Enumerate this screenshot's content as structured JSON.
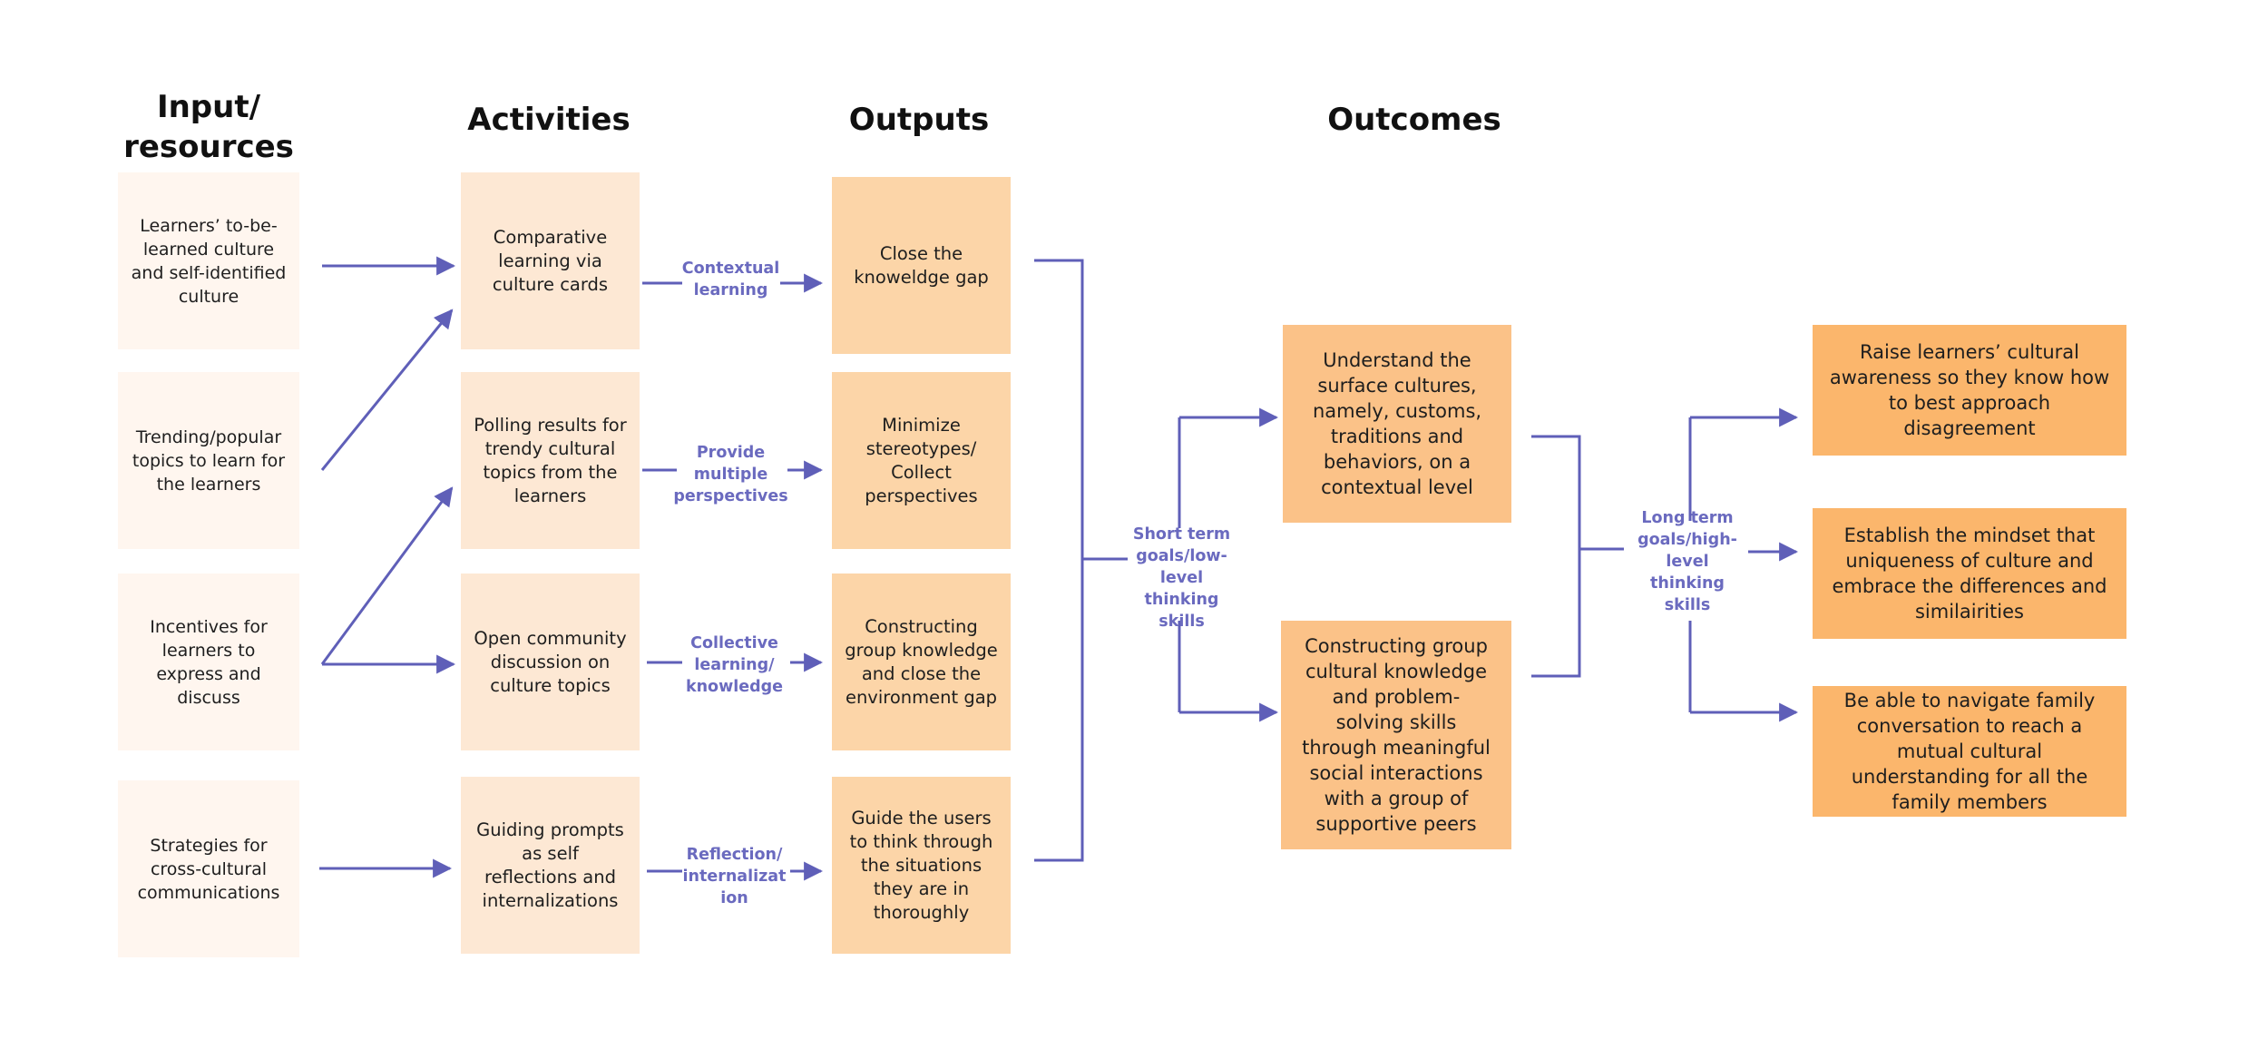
{
  "headers": {
    "inputs": "Input/ resources",
    "activities": "Activities",
    "outputs": "Outputs",
    "outcomes": "Outcomes"
  },
  "inputs": [
    "Learners’ to-be-learned culture and self-identified culture",
    "Trending/popular topics to learn for the learners",
    "Incentives for learners to express and discuss",
    "Strategies for cross-cultural communications"
  ],
  "activities": [
    "Comparative learning via culture cards",
    "Polling results for trendy cultural topics from the learners",
    "Open community discussion on culture topics",
    "Guiding prompts as self reflections and internalizations"
  ],
  "activity_output_labels": [
    "Contextual learning",
    "Provide multiple perspectives",
    "Collective learning/ knowledge",
    "Reflection/ internalizat ion"
  ],
  "outputs": [
    "Close the knoweldge gap",
    "Minimize stereotypes/ Collect perspectives",
    "Constructing group knowledge and close the environment gap",
    "Guide the users to think through the situations they are in thoroughly"
  ],
  "short_term_label": "Short term goals/low-level thinking skills",
  "short_term_outcomes": [
    "Understand the surface cultures, namely, customs, traditions and behaviors, on a contextual level",
    "Constructing group cultural knowledge and problem-solving skills through meaningful social interactions with a group of supportive peers"
  ],
  "long_term_label": "Long term goals/high-level thinking skills",
  "long_term_outcomes": [
    "Raise learners’ cultural awareness so they know how to best approach disagreement",
    "Establish the mindset that uniqueness of culture and embrace the differences and similairities",
    "Be able to navigate family conversation to reach a mutual cultural understanding for all the family members"
  ],
  "colors": {
    "arrow": "#5f5fb8",
    "input_box": "#fff6ef",
    "activity_box": "#fde8d4",
    "output_box": "#fcd5a8",
    "short_term_box": "#fbc288",
    "long_term_box": "#fbb66c"
  }
}
